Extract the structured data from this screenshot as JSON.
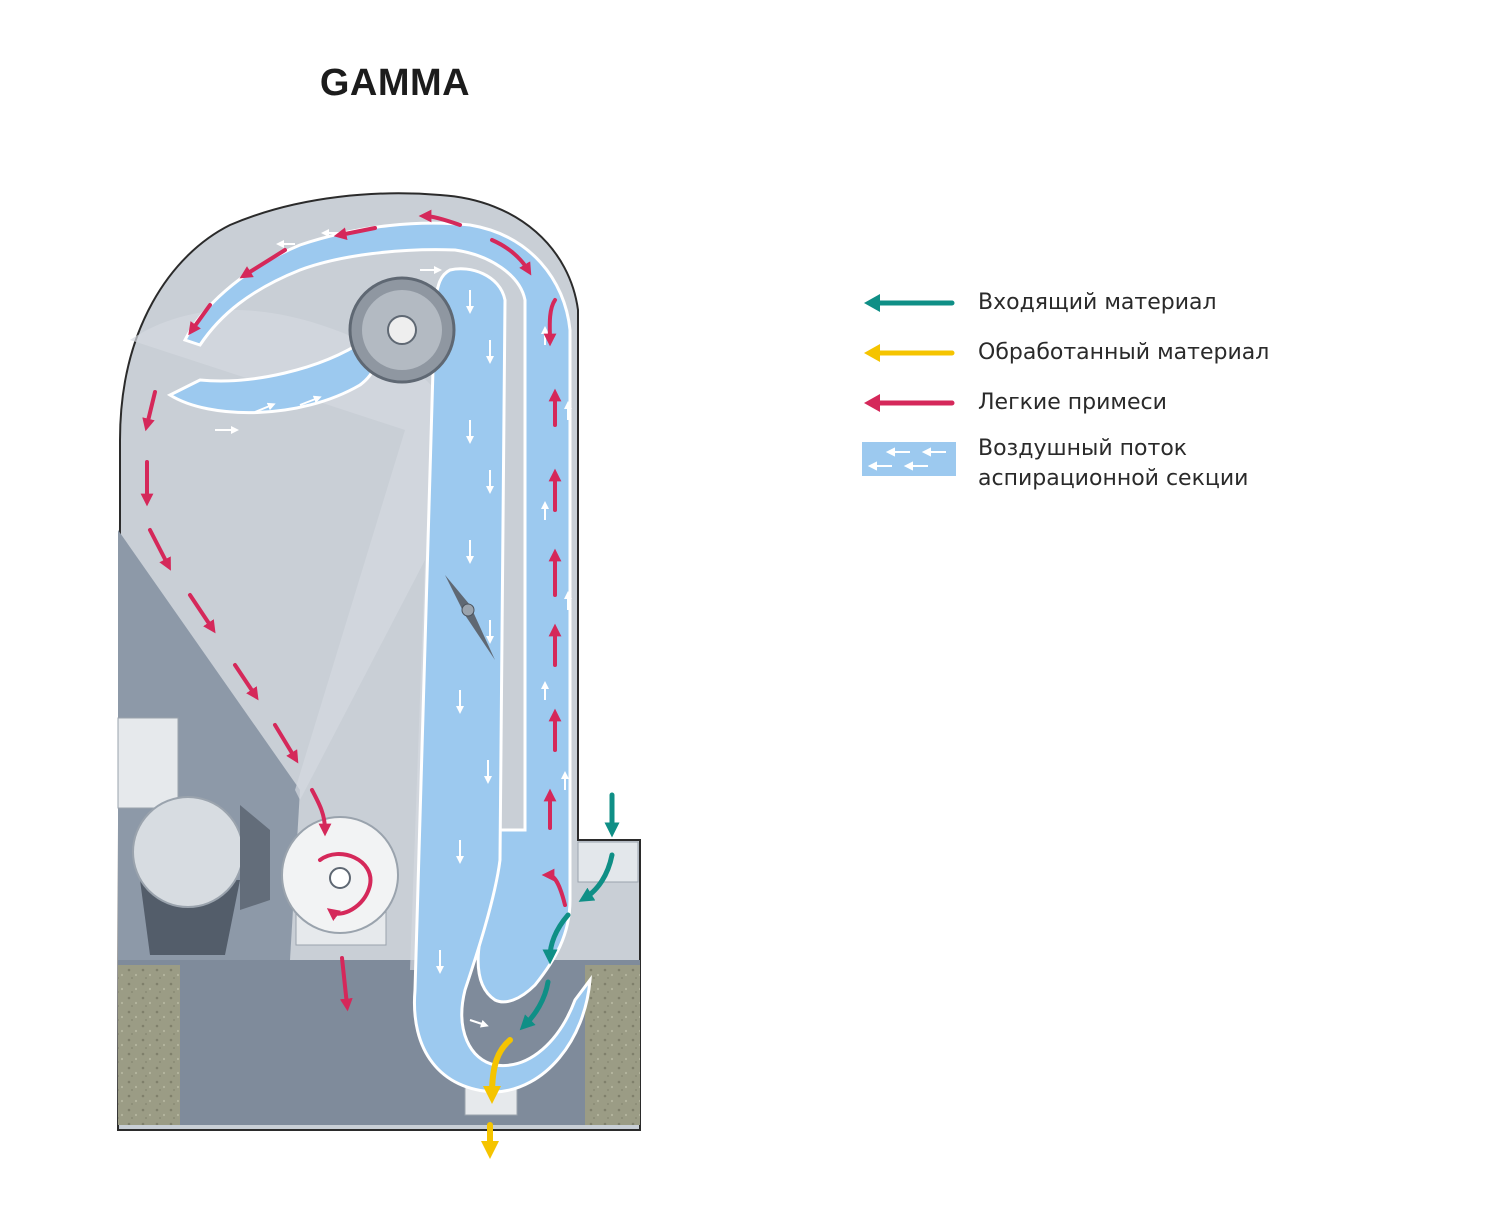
{
  "title": "GAMMA",
  "colors": {
    "incoming": "#0f8f86",
    "processed": "#f5c400",
    "light_impurities": "#d5285a",
    "airflow": "#9cc9ef",
    "body": "#c9cfd6",
    "dark_body": "#7f8b9b",
    "concrete": "#9b9c85"
  },
  "legend": [
    {
      "key": "incoming",
      "label": "Входящий материал",
      "icon": "arrow-left-teal"
    },
    {
      "key": "processed",
      "label": "Обработанный материал",
      "icon": "arrow-left-yellow"
    },
    {
      "key": "light_impurities",
      "label": "Легкие примеси",
      "icon": "arrow-left-red"
    },
    {
      "key": "airflow",
      "label_line1": "Воздушный поток",
      "label_line2": "аспирационной секции",
      "icon": "airflow-swatch"
    }
  ]
}
